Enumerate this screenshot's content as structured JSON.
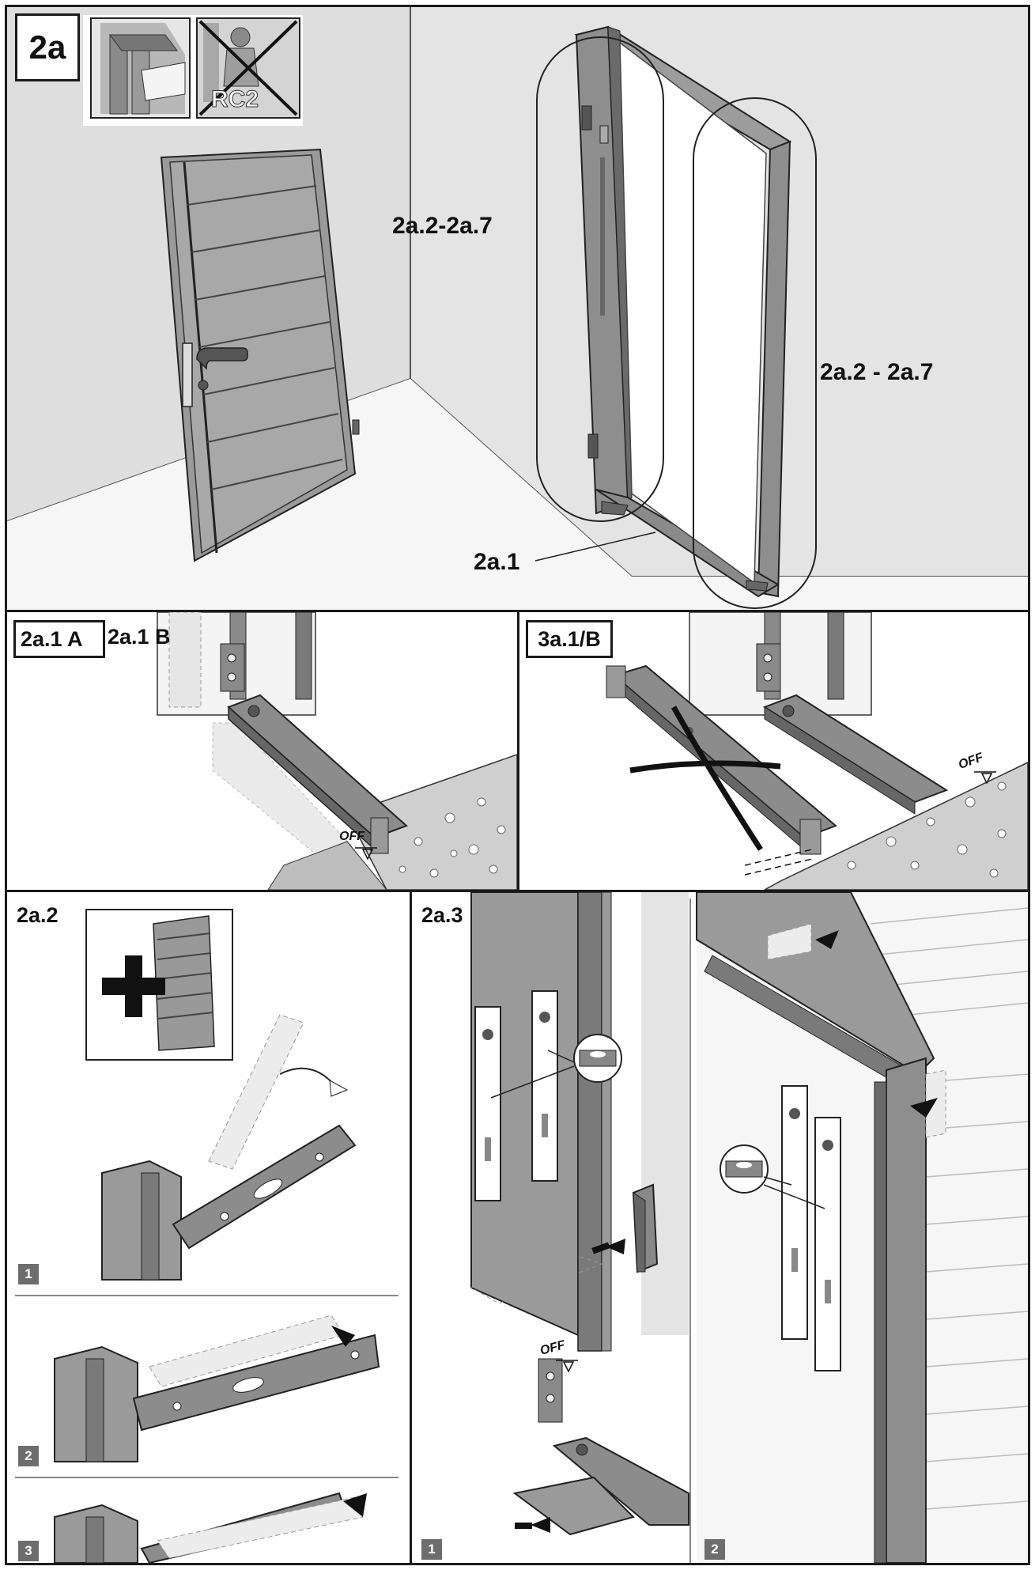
{
  "overview": {
    "title": "2a",
    "label_left_frame": "2a.2-2a.7",
    "label_right_frame": "2a.2 - 2a.7",
    "label_sill": "2a.1",
    "inset_rc2_text": "RC2"
  },
  "sill_correct": {
    "title_a": "2a.1 A",
    "title_b": "2a.1 B",
    "off_label": "OFF"
  },
  "sill_wrong": {
    "title": "3a.1/B",
    "off_label": "OFF"
  },
  "anchor": {
    "title": "2a.2",
    "steps": [
      "1",
      "2",
      "3"
    ]
  },
  "level": {
    "title": "2a.3",
    "steps": [
      "1",
      "2"
    ],
    "off_label": "OFF"
  },
  "colors": {
    "frame": "#8a8a8a",
    "frame_dark": "#5e5e5e",
    "wall": "#dcdcdc",
    "floor": "#f4f4f4",
    "line": "#1a1a1a"
  }
}
